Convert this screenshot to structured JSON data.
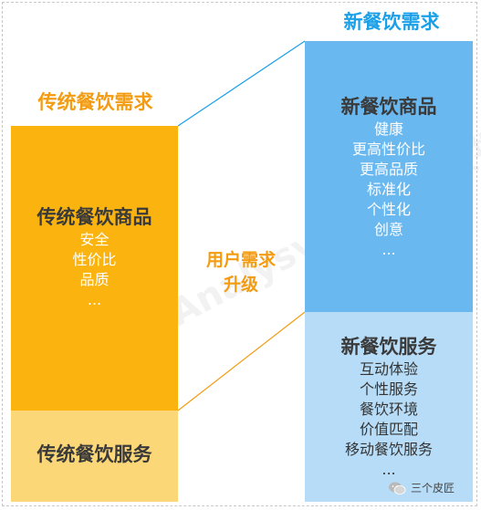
{
  "traditional": {
    "title": "传统餐饮需求",
    "goods_heading": "传统餐饮商品",
    "goods_items": [
      "安全",
      "性价比",
      "品质",
      "..."
    ],
    "service_heading": "传统餐饮服务"
  },
  "new": {
    "title": "新餐饮需求",
    "goods_heading": "新餐饮商品",
    "goods_items": [
      "健康",
      "更高性价比",
      "更高品质",
      "标准化",
      "个性化",
      "创意",
      "..."
    ],
    "service_heading": "新餐饮服务",
    "service_items": [
      "互动体验",
      "个性服务",
      "餐饮环境",
      "价值匹配",
      "移动餐饮服务",
      "..."
    ]
  },
  "center": {
    "line1": "用户需求",
    "line2": "升级"
  },
  "watermark": "易观 Analysys 你要的数据分析",
  "footer": {
    "account": "三个皮匠"
  },
  "colors": {
    "trad_goods": "#fbb40f",
    "trad_service": "#fcd777",
    "new_goods": "#69b8f0",
    "new_service": "#b7dcf7",
    "orange_text": "#f39c12",
    "blue_text": "#1aa0e8"
  }
}
